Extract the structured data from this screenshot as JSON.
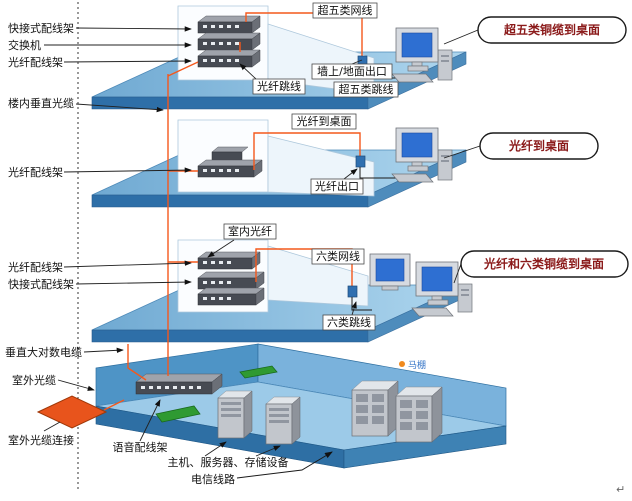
{
  "diagram": {
    "floor1": {
      "quick_panel": "快接式配线架",
      "switch": "交换机",
      "fiber_panel": "光纤配线架",
      "fiber_jumper": "光纤跳线",
      "cat5e_cable": "超五类网线",
      "wall_outlet": "墙上/地面出口",
      "cat5e_jumper": "超五类跳线",
      "callout": "超五类铜缆到桌面"
    },
    "floor2": {
      "fiber_panel": "光纤配线架",
      "fiber_to_desktop": "光纤到桌面",
      "fiber_outlet": "光纤出口",
      "callout": "光纤到桌面"
    },
    "floor3": {
      "indoor_fiber": "室内光纤",
      "cat6_cable": "六类网线",
      "fiber_panel": "光纤配线架",
      "quick_panel": "快接式配线架",
      "cat6_jumper": "六类跳线",
      "callout": "光纤和六类铜缆到桌面"
    },
    "riser": {
      "building_vertical_fiber": "楼内垂直光缆",
      "vertical_copper": "垂直大对数电缆",
      "outdoor_fiber": "室外光缆",
      "outdoor_fiber_connection": "室外光缆连接"
    },
    "basement": {
      "voice_panel": "语音配线架",
      "servers": "主机、服务器、存储设备",
      "telecom_line": "电信线路"
    },
    "watermark": "马棚",
    "return_mark": "↵"
  },
  "colors": {
    "floor_top_light": "#AED6EE",
    "floor_top_dark": "#6FA9D2",
    "floor_front": "#2E6FA8",
    "wall": "#FBFDFF",
    "cable_orange": "#F4581C",
    "outlet_blue": "#2F6FB0",
    "callout_text": "#8B1A1A",
    "green_panel": "#2F9A32",
    "outdoor_diamond": "#E8541C"
  }
}
